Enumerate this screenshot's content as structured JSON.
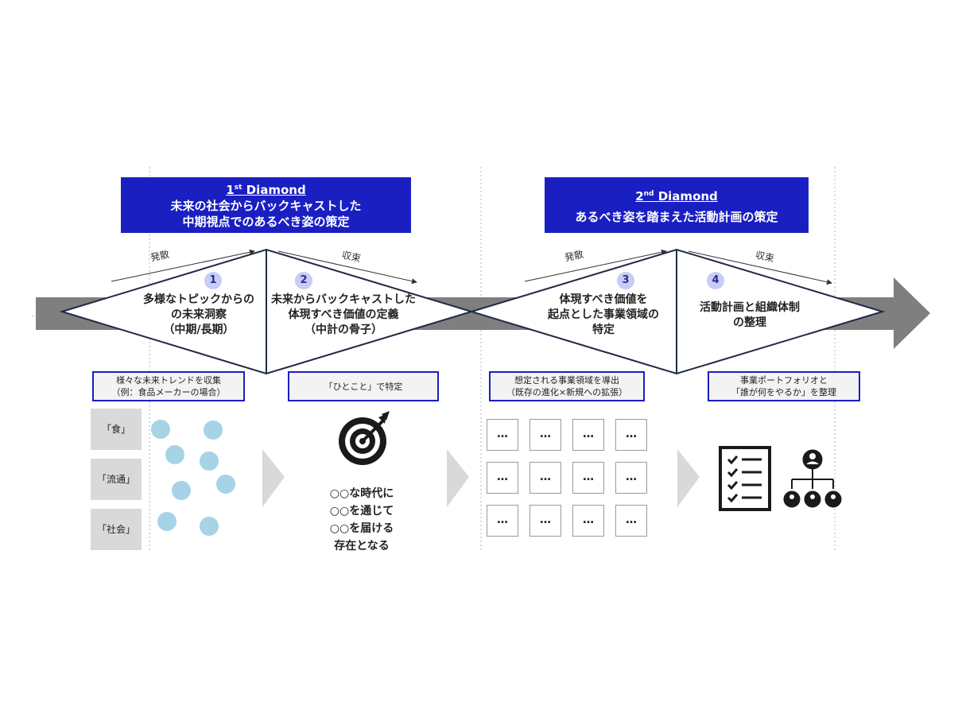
{
  "diamonds": [
    {
      "superscript": "st",
      "title_number": "1",
      "title_word": "Diamond",
      "subtitle_line1": "未来の社会からバックキャストした",
      "subtitle_line2": "中期視点でのあるべき姿の策定",
      "diverge_label": "発散",
      "converge_label": "収束"
    },
    {
      "superscript": "nd",
      "title_number": "2",
      "title_word": "Diamond",
      "subtitle_line1": "あるべき姿を踏まえた活動計画の策定",
      "subtitle_line2": "",
      "diverge_label": "発散",
      "converge_label": "収束"
    }
  ],
  "steps": [
    {
      "number": "1",
      "lines": [
        "多様なトピックからの",
        "の未来洞察",
        "（中期/長期）"
      ],
      "box_lines": [
        "様々な未来トレンドを収集",
        "（例：食品メーカーの場合）"
      ]
    },
    {
      "number": "2",
      "lines": [
        "未来からバックキャストした",
        "体現すべき価値の定義",
        "（中計の骨子）"
      ],
      "box_lines": [
        "「ひとこと」で特定"
      ]
    },
    {
      "number": "3",
      "lines": [
        "体現すべき価値を",
        "起点とした事業領域の",
        "特定"
      ],
      "box_lines": [
        "想定される事業領域を導出",
        "（既存の進化×新規への拡張）"
      ]
    },
    {
      "number": "4",
      "lines": [
        "活動計画と組織体制",
        "の整理"
      ],
      "box_lines": [
        "事業ポートフォリオと",
        "「誰が何をやるか」を整理"
      ]
    }
  ],
  "categories": [
    "「食」",
    "「流通」",
    "「社会」"
  ],
  "phrase_lines": [
    "○○な時代に",
    "○○を通じて",
    "○○を届ける",
    "存在となる"
  ],
  "note_text": "…",
  "icons": {
    "target": "target-icon",
    "checklist": "checklist-icon",
    "org_chart": "org-chart-icon"
  },
  "colors": {
    "header_blue": "#1a1fc2",
    "arrow_gray": "#7f7f7f",
    "dot_blue": "#a6d3e6",
    "number_bg": "#c7cdf7"
  }
}
